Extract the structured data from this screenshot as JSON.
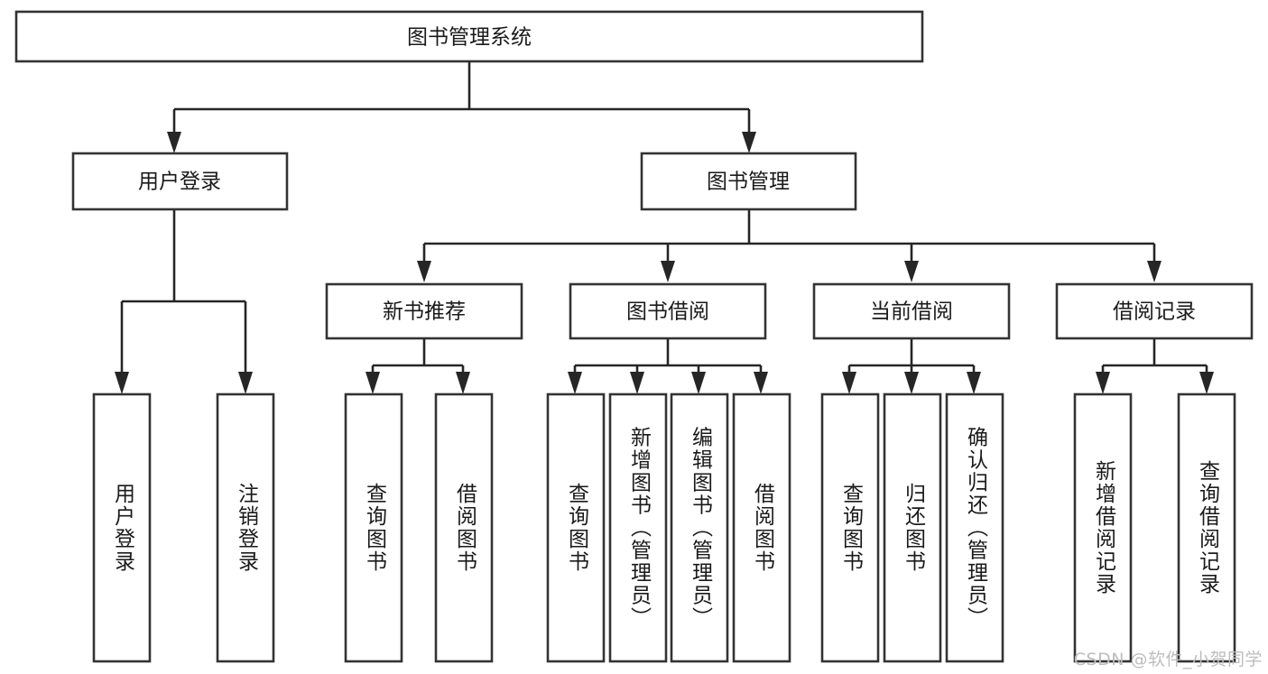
{
  "diagram": {
    "title": "图书管理系统",
    "type": "tree-hierarchy",
    "watermark": "CSDN @软件_小贺同学",
    "colors": {
      "background": "#ffffff",
      "box_stroke": "#333333",
      "box_fill": "#ffffff",
      "line": "#262626",
      "text": "#1a1a1a",
      "watermark": "#bdbdbd"
    },
    "nodes": {
      "root": {
        "label": "图书管理系统",
        "orientation": "horizontal"
      },
      "level2": [
        {
          "id": "user-login",
          "label": "用户登录",
          "orientation": "horizontal"
        },
        {
          "id": "book-manage",
          "label": "图书管理",
          "orientation": "horizontal"
        }
      ],
      "level3": [
        {
          "id": "new-book-recommend",
          "label": "新书推荐",
          "orientation": "horizontal"
        },
        {
          "id": "book-borrow",
          "label": "图书借阅",
          "orientation": "horizontal"
        },
        {
          "id": "current-borrow",
          "label": "当前借阅",
          "orientation": "horizontal"
        },
        {
          "id": "borrow-record",
          "label": "借阅记录",
          "orientation": "horizontal"
        }
      ],
      "leaves": [
        {
          "id": "leaf-user-login",
          "label": "用户登录",
          "parent": "user-login"
        },
        {
          "id": "leaf-logout",
          "label": "注销登录",
          "parent": "user-login"
        },
        {
          "id": "leaf-query-book-1",
          "label": "查询图书",
          "parent": "new-book-recommend"
        },
        {
          "id": "leaf-borrow-book-1",
          "label": "借阅图书",
          "parent": "new-book-recommend"
        },
        {
          "id": "leaf-query-book-2",
          "label": "查询图书",
          "parent": "book-borrow"
        },
        {
          "id": "leaf-add-book",
          "label": "新增图书（管理员）",
          "parent": "book-borrow"
        },
        {
          "id": "leaf-edit-book",
          "label": "编辑图书（管理员）",
          "parent": "book-borrow"
        },
        {
          "id": "leaf-borrow-book-2",
          "label": "借阅图书",
          "parent": "book-borrow"
        },
        {
          "id": "leaf-query-book-3",
          "label": "查询图书",
          "parent": "current-borrow"
        },
        {
          "id": "leaf-return-book",
          "label": "归还图书",
          "parent": "current-borrow"
        },
        {
          "id": "leaf-confirm-return",
          "label": "确认归还（管理员）",
          "parent": "current-borrow"
        },
        {
          "id": "leaf-add-record",
          "label": "新增借阅记录",
          "parent": "borrow-record"
        },
        {
          "id": "leaf-query-record",
          "label": "查询借阅记录",
          "parent": "borrow-record"
        }
      ]
    }
  }
}
